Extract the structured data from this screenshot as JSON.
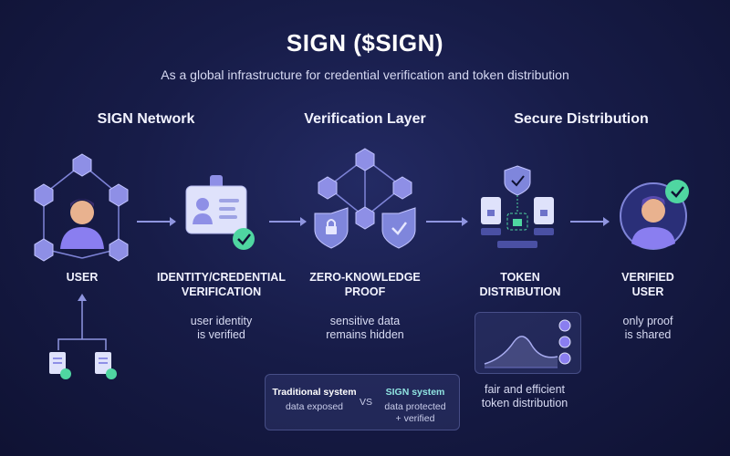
{
  "title": "SIGN ($SIGN)",
  "subtitle": "As a global infrastructure for credential verification and token distribution",
  "sections": {
    "network": "SIGN Network",
    "verification": "Verification Layer",
    "distribution": "Secure Distribution"
  },
  "nodes": [
    {
      "label": "USER",
      "desc": ""
    },
    {
      "label": "IDENTITY/CREDENTIAL\nVERIFICATION",
      "desc": "user identity\nis verified"
    },
    {
      "label": "ZERO-KNOWLEDGE\nPROOF",
      "desc": "sensitive data\nremains hidden"
    },
    {
      "label": "TOKEN\nDISTRIBUTION",
      "desc": "fair and efficient\ntoken distribution"
    },
    {
      "label": "VERIFIED\nUSER",
      "desc": "only proof\nis shared"
    }
  ],
  "comparison": {
    "traditional_title": "Traditional system",
    "traditional_sub": "data exposed",
    "vs": "VS",
    "sign_title": "SIGN system",
    "sign_sub": "data protected\n+ verified"
  },
  "colors": {
    "accent_green": "#4fd6a1",
    "cube": "#8e8fe6",
    "shield": "#7f86dc",
    "avatar": "#8a7ef0"
  },
  "icons": [
    "cube-network-icon",
    "user-avatar-icon",
    "id-card-icon",
    "check-badge-icon",
    "shield-lock-icon",
    "shield-check-icon",
    "document-icon",
    "chart-icon",
    "verified-user-icon"
  ]
}
